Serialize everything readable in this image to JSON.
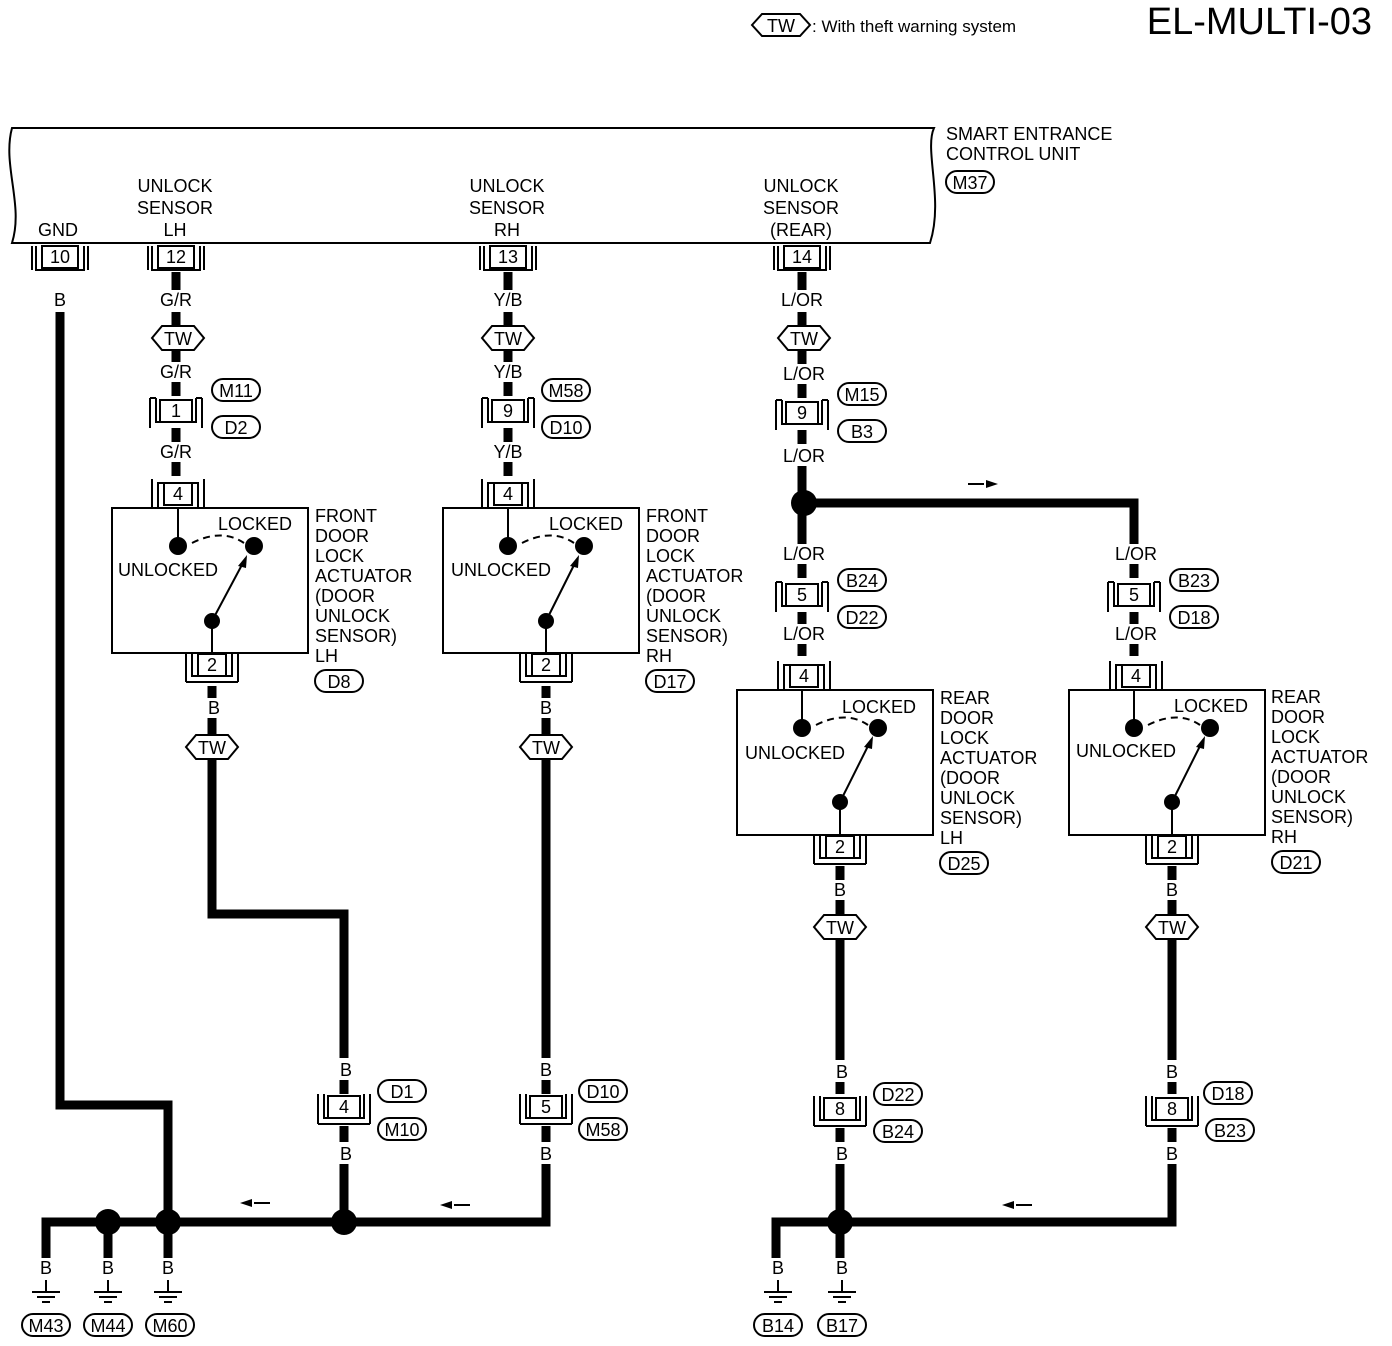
{
  "header": {
    "legend_symbol": "TW",
    "legend_text": ": With theft warning system",
    "page_code": "EL-MULTI-03"
  },
  "control_unit": {
    "name_line1": "SMART ENTRANCE",
    "name_line2": "CONTROL UNIT",
    "connector": "M37",
    "terminals": {
      "gnd": {
        "label": [
          "GND"
        ],
        "pin": "10"
      },
      "lh": {
        "label": [
          "UNLOCK",
          "SENSOR",
          "LH"
        ],
        "pin": "12"
      },
      "rh": {
        "label": [
          "UNLOCK",
          "SENSOR",
          "RH"
        ],
        "pin": "13"
      },
      "rear": {
        "label": [
          "UNLOCK",
          "SENSOR",
          "(REAR)"
        ],
        "pin": "14"
      }
    }
  },
  "wires": {
    "gnd": "B",
    "lh_top": [
      "G/R",
      "G/R",
      "G/R"
    ],
    "rh_top": [
      "Y/B",
      "Y/B",
      "Y/B"
    ],
    "rear_top": [
      "L/OR",
      "L/OR",
      "L/OR"
    ],
    "rear_lh_mid": [
      "L/OR",
      "L/OR"
    ],
    "rear_rh_mid": [
      "L/OR",
      "L/OR"
    ],
    "ground_b": "B"
  },
  "tw_symbol": "TW",
  "connectors": {
    "lh_inline": {
      "pin": "1",
      "c1": "M11",
      "c2": "D2"
    },
    "rh_inline": {
      "pin": "9",
      "c1": "M58",
      "c2": "D10"
    },
    "rear_inline": {
      "pin": "9",
      "c1": "M15",
      "c2": "B3"
    },
    "rear_lh_inline": {
      "pin": "5",
      "c1": "B24",
      "c2": "D22"
    },
    "rear_rh_inline": {
      "pin": "5",
      "c1": "B23",
      "c2": "D18"
    },
    "lh_bottom": {
      "pin": "4",
      "c1": "D1",
      "c2": "M10"
    },
    "rh_bottom": {
      "pin": "5",
      "c1": "D10",
      "c2": "M58"
    },
    "rlh_bottom": {
      "pin": "8",
      "c1": "D22",
      "c2": "B24"
    },
    "rrh_bottom": {
      "pin": "8",
      "c1": "D18",
      "c2": "B23"
    }
  },
  "actuators": {
    "front_lh": {
      "pin_in": "4",
      "pin_out": "2",
      "name": [
        "FRONT",
        "DOOR",
        "LOCK",
        "ACTUATOR",
        "(DOOR",
        "UNLOCK",
        "SENSOR)",
        "LH"
      ],
      "conn": "D8"
    },
    "front_rh": {
      "pin_in": "4",
      "pin_out": "2",
      "name": [
        "FRONT",
        "DOOR",
        "LOCK",
        "ACTUATOR",
        "(DOOR",
        "UNLOCK",
        "SENSOR)",
        "RH"
      ],
      "conn": "D17"
    },
    "rear_lh": {
      "pin_in": "4",
      "pin_out": "2",
      "name": [
        "REAR",
        "DOOR",
        "LOCK",
        "ACTUATOR",
        "(DOOR",
        "UNLOCK",
        "SENSOR)",
        "LH"
      ],
      "conn": "D25"
    },
    "rear_rh": {
      "pin_in": "4",
      "pin_out": "2",
      "name": [
        "REAR",
        "DOOR",
        "LOCK",
        "ACTUATOR",
        "(DOOR",
        "UNLOCK",
        "SENSOR)",
        "RH"
      ],
      "conn": "D21"
    },
    "state_locked": "LOCKED",
    "state_unlocked": "UNLOCKED"
  },
  "grounds": [
    "M43",
    "M44",
    "M60",
    "B14",
    "B17"
  ]
}
